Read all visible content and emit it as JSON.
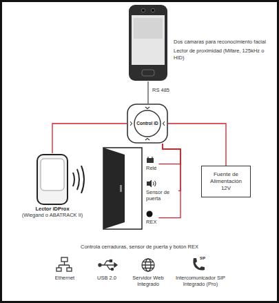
{
  "diagram": {
    "nodes": [
      {
        "text": [
          "Dos cámaras para reconocimiento facial",
          "Lector de proximidad (Mifare, 125kHz o HID)"
        ]
      },
      {
        "text": [
          "Control iD"
        ]
      },
      {
        "text": [
          "Lector iDProx",
          "(Wiegand o ABATRACK II)"
        ]
      },
      {
        "text": [
          "Relé"
        ]
      },
      {
        "text": [
          "Sensor de puerta"
        ]
      },
      {
        "text": [
          "REX"
        ]
      },
      {
        "text": [
          "Fuente de Alimentación 12V"
        ]
      }
    ],
    "edges": [
      {
        "from": 0,
        "to": 1,
        "label": "RS 485",
        "arrow": "none"
      },
      {
        "from": 1,
        "to": 2,
        "arrow": "none"
      },
      {
        "from": 1,
        "to": 3,
        "arrow": "none"
      },
      {
        "from": 1,
        "to": 4,
        "arrow": "none"
      },
      {
        "from": 1,
        "to": 5,
        "arrow": "none"
      },
      {
        "from": 1,
        "to": 6,
        "arrow": "none"
      }
    ],
    "labels": [
      "Controla cerraduras, sensor de puerta y botón REX",
      "Ethernet",
      "USB 2.0",
      "Servidor Web Integrado",
      "SIP",
      "Intercomunicador SIP Integrado (Pro)"
    ]
  }
}
